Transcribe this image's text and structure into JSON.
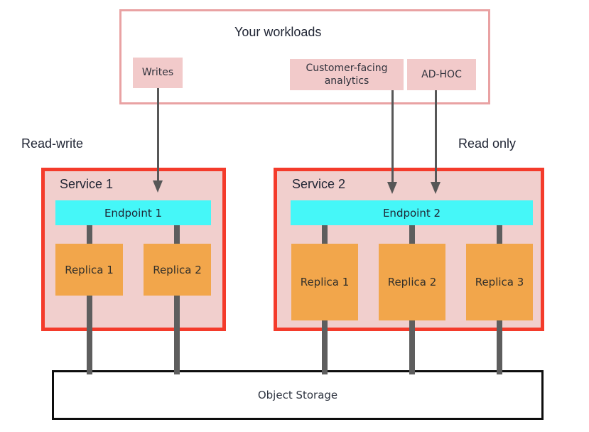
{
  "workloads": {
    "title": "Your workloads",
    "items": [
      {
        "label": "Writes"
      },
      {
        "label": "Customer-facing analytics"
      },
      {
        "label": "AD-HOC"
      }
    ]
  },
  "zones": {
    "left": "Read-write",
    "right": "Read only"
  },
  "services": [
    {
      "name": "Service 1",
      "endpoint": "Endpoint 1",
      "replicas": [
        "Replica 1",
        "Replica 2"
      ]
    },
    {
      "name": "Service 2",
      "endpoint": "Endpoint 2",
      "replicas": [
        "Replica 1",
        "Replica 2",
        "Replica 3"
      ]
    }
  ],
  "storage": {
    "label": "Object Storage"
  },
  "colors": {
    "workloads_border": "#e9a2a3",
    "workload_item_fill": "#f2caca",
    "service_border": "#f43b2b",
    "service_fill": "#f1cfcd",
    "endpoint_fill": "#45f7f8",
    "replica_fill": "#f2a64b",
    "connector_gray": "#5e5e5e",
    "arrow_gray": "#575757",
    "storage_border": "#0d0d0d",
    "text_dark": "#1f2433"
  }
}
